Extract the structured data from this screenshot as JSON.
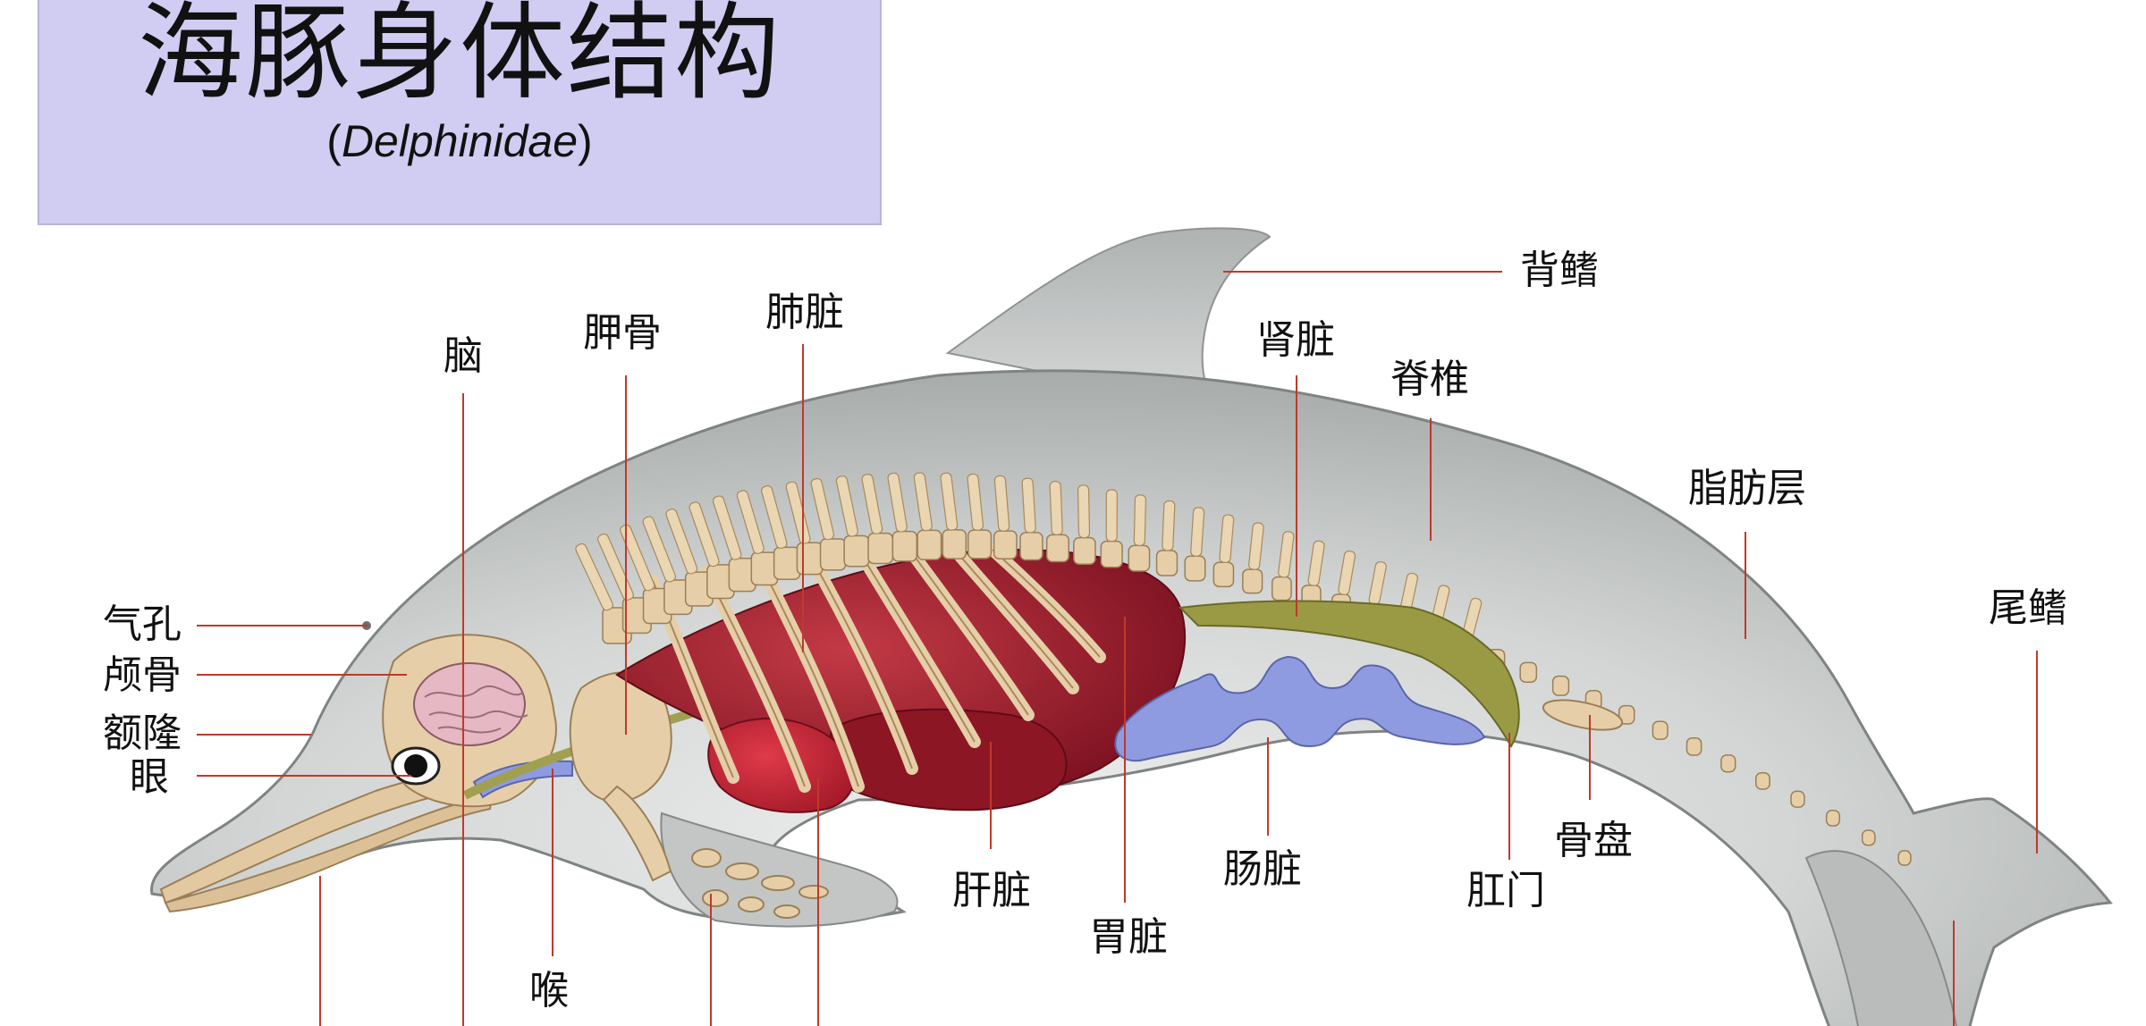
{
  "title": {
    "main": "海豚身体结构",
    "sub_open": "(",
    "sub_italic": "Delphinidae",
    "sub_close": ")"
  },
  "labels": {
    "dorsal_fin": "背鳍",
    "kidney": "肾脏",
    "spine": "脊椎",
    "blubber": "脂肪层",
    "tail_fin": "尾鳍",
    "scapula": "胛骨",
    "lung": "肺脏",
    "brain": "脑",
    "blowhole": "气孔",
    "skull": "颅骨",
    "melon": "额隆",
    "eye": "眼",
    "larynx": "喉",
    "liver": "肝脏",
    "stomach": "胃脏",
    "intestine": "肠脏",
    "anus": "肛门",
    "pelvis": "骨盘"
  },
  "colors": {
    "title_bg": "#d0ccf2",
    "leader_line": "#c0392b",
    "skin": "#c9cccb",
    "bone": "#e6cfa8",
    "organ_red": "#9e1f2b",
    "intestine_blue": "#8e9be0",
    "kidney_olive": "#9a9a45",
    "brain_pink": "#e5b8c3"
  }
}
